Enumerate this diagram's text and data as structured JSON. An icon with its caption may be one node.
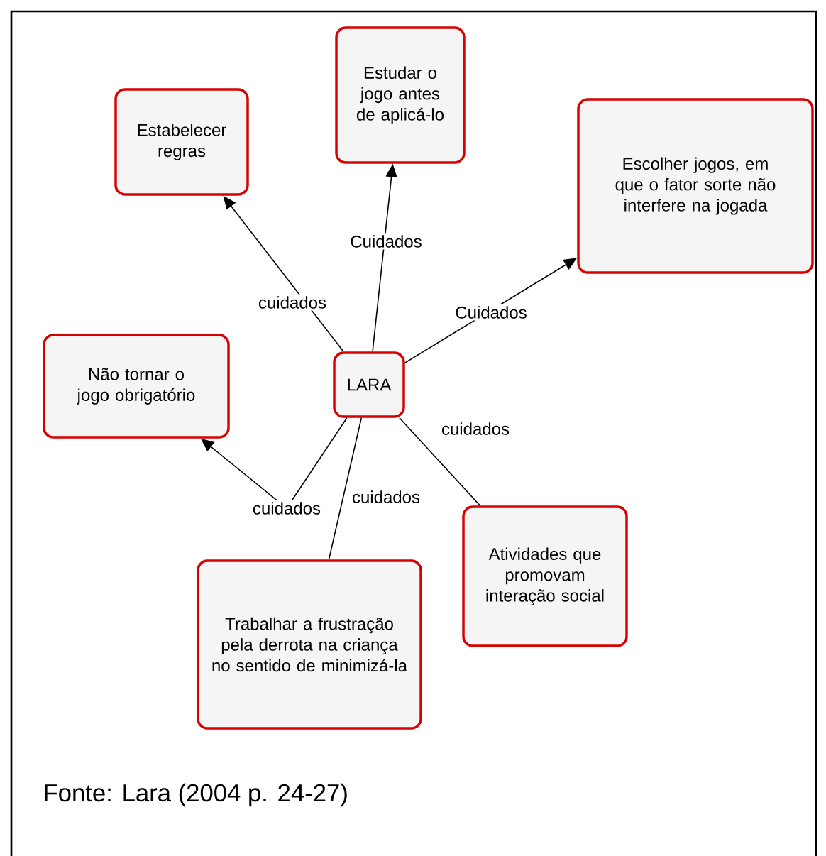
{
  "diagram": {
    "caption": "Fonte: Lara (2004  p. 24-27)",
    "nodes": [
      {
        "text": [
          "Estudar o jogo antes de aplicá-lo"
        ]
      },
      {
        "text": [
          "Estabelecer regras"
        ]
      },
      {
        "text": [
          "Escolher jogos, em que o fator sorte não interfere na jogada"
        ]
      },
      {
        "text": [
          "Não tornar o jogo obrigatório"
        ]
      },
      {
        "text": [
          "LARA"
        ]
      },
      {
        "text": [
          "Atividades que promovam interação social"
        ]
      },
      {
        "text": [
          "Trabalhar a frustração pela derrota na criança no sentido de minimizá-la"
        ]
      }
    ],
    "edges": [
      {
        "from": 4,
        "to": 0,
        "arrow": "to",
        "label": "Cuidados"
      },
      {
        "from": 4,
        "to": 1,
        "arrow": "to",
        "label": "cuidados"
      },
      {
        "from": 4,
        "to": 2,
        "arrow": "to",
        "label": "Cuidados"
      },
      {
        "from": 4,
        "to": 3,
        "arrow": "to",
        "label": "cuidados"
      },
      {
        "from": 4,
        "to": 5,
        "arrow": "none",
        "label": "cuidados"
      },
      {
        "from": 4,
        "to": 6,
        "arrow": "none",
        "label": "cuidados"
      }
    ]
  }
}
